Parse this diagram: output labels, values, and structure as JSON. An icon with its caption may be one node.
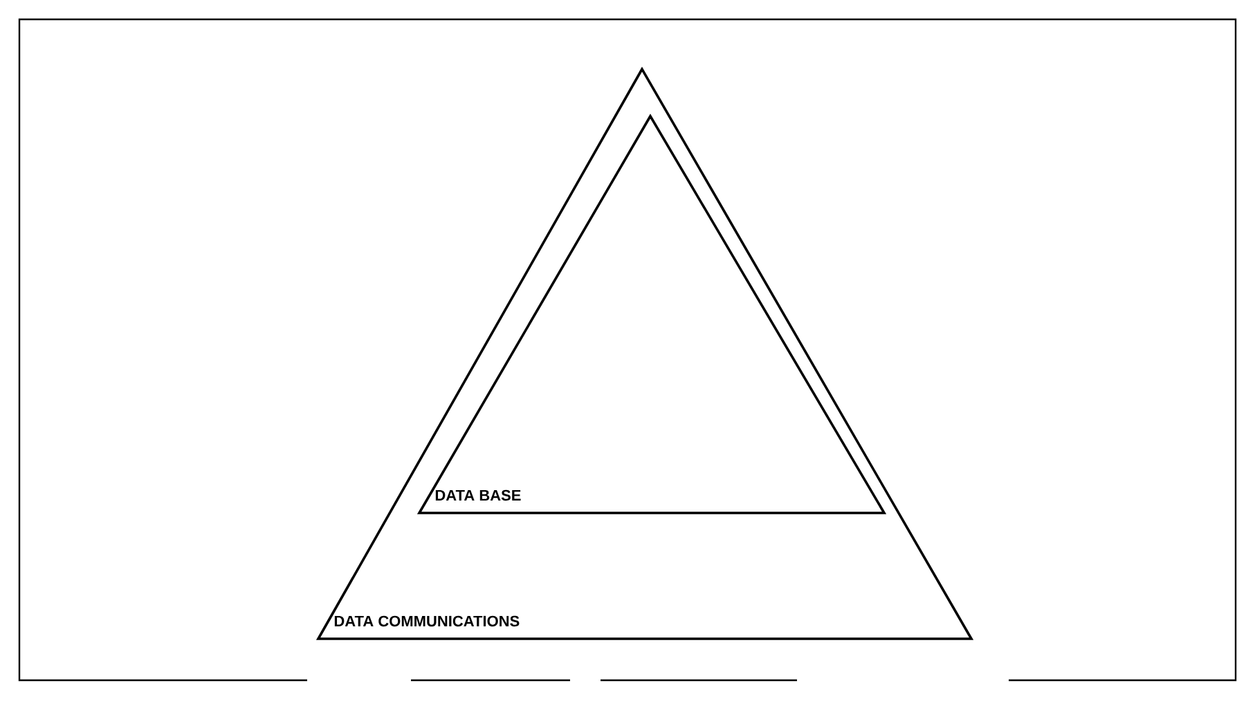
{
  "diagram": {
    "nodes": [
      {
        "text": [
          "DATA COMMUNICATIONS"
        ]
      },
      {
        "text": [
          "DATA BASE"
        ],
        "in": 0
      }
    ]
  }
}
